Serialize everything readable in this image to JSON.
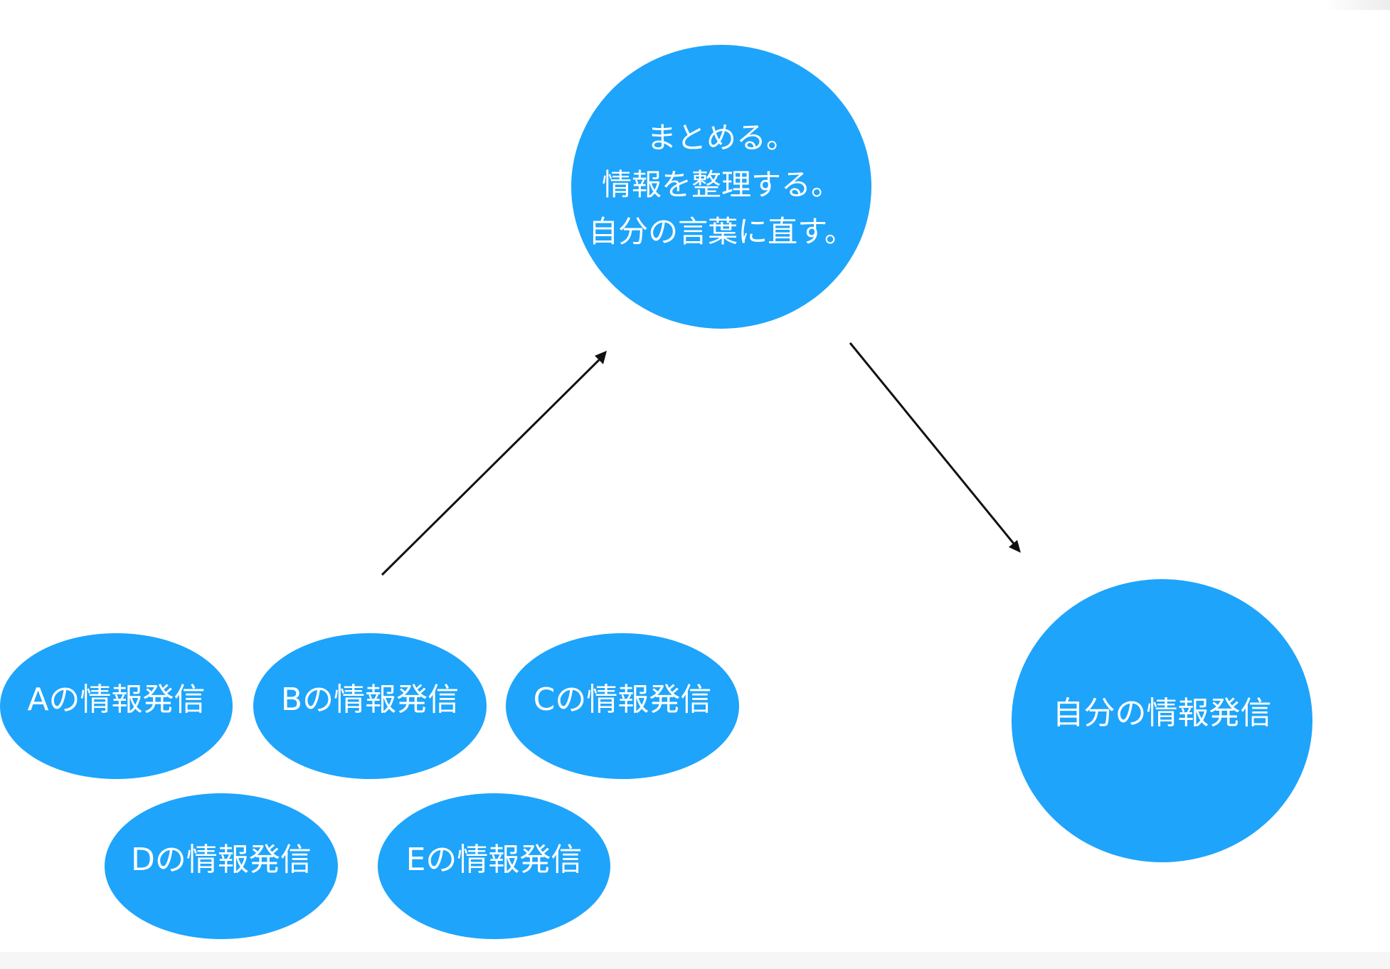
{
  "diagram": {
    "hub": {
      "lines": [
        "まとめる。",
        "情報を整理する。",
        "自分の言葉に直す。"
      ]
    },
    "sources": [
      {
        "label": "Aの情報発信"
      },
      {
        "label": "Bの情報発信"
      },
      {
        "label": "Cの情報発信"
      },
      {
        "label": "Dの情報発信"
      },
      {
        "label": "Eの情報発信"
      }
    ],
    "output": {
      "label": "自分の情報発信"
    },
    "colors": {
      "node_fill": "#1ea4fb",
      "node_text": "#ffffff",
      "arrow": "#111111",
      "background": "#ffffff"
    }
  }
}
